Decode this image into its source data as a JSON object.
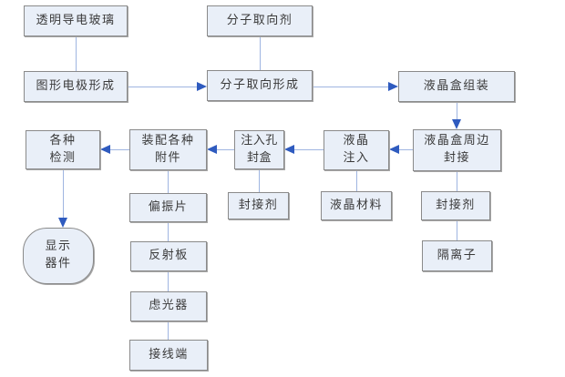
{
  "diagram": {
    "type": "flowchart",
    "language": "zh-CN",
    "colors": {
      "node_fill": "#e9eff8",
      "node_border": "#8a8a8a",
      "line": "#9fb5e1",
      "arrowhead": "#2f5bbf",
      "text": "#3a3a3a",
      "background": "#ffffff"
    },
    "nodes": [
      {
        "id": "transparent-conductive-glass",
        "label": "透明导电玻璃",
        "shape": "rect"
      },
      {
        "id": "molecular-alignment-agent",
        "label": "分子取向剂",
        "shape": "rect"
      },
      {
        "id": "pattern-electrode-formation",
        "label": "图形电极形成",
        "shape": "rect"
      },
      {
        "id": "molecular-alignment-formation",
        "label": "分子取向形成",
        "shape": "rect"
      },
      {
        "id": "lc-cell-assembly",
        "label": "液晶盒组装",
        "shape": "rect"
      },
      {
        "id": "various-inspections",
        "label": "各种\n检测",
        "shape": "rect"
      },
      {
        "id": "assemble-accessories",
        "label": "装配各种\n附件",
        "shape": "rect"
      },
      {
        "id": "injection-hole-sealing",
        "label": "注入孔\n封盒",
        "shape": "rect"
      },
      {
        "id": "lc-injection",
        "label": "液晶\n注入",
        "shape": "rect"
      },
      {
        "id": "lc-cell-perimeter-sealing",
        "label": "液晶盒周边\n封接",
        "shape": "rect"
      },
      {
        "id": "polarizer",
        "label": "偏振片",
        "shape": "rect"
      },
      {
        "id": "sealant-left",
        "label": "封接剂",
        "shape": "rect"
      },
      {
        "id": "lc-material",
        "label": "液晶材料",
        "shape": "rect"
      },
      {
        "id": "sealant-right",
        "label": "封接剂",
        "shape": "rect"
      },
      {
        "id": "display-device",
        "label": "显示\n器件",
        "shape": "rounded"
      },
      {
        "id": "reflector-plate",
        "label": "反射板",
        "shape": "rect"
      },
      {
        "id": "spacer",
        "label": "隔离子",
        "shape": "rect"
      },
      {
        "id": "light-filter",
        "label": "虑光器",
        "shape": "rect"
      },
      {
        "id": "terminal",
        "label": "接线端",
        "shape": "rect"
      }
    ],
    "edges": [
      {
        "from": "transparent-conductive-glass",
        "to": "pattern-electrode-formation",
        "arrow": false
      },
      {
        "from": "molecular-alignment-agent",
        "to": "molecular-alignment-formation",
        "arrow": false
      },
      {
        "from": "pattern-electrode-formation",
        "to": "molecular-alignment-formation",
        "arrow": true,
        "direction": "right"
      },
      {
        "from": "molecular-alignment-formation",
        "to": "lc-cell-assembly",
        "arrow": true,
        "direction": "right"
      },
      {
        "from": "lc-cell-assembly",
        "to": "lc-cell-perimeter-sealing",
        "arrow": true,
        "direction": "down"
      },
      {
        "from": "lc-cell-perimeter-sealing",
        "to": "lc-injection",
        "arrow": true,
        "direction": "left"
      },
      {
        "from": "lc-injection",
        "to": "injection-hole-sealing",
        "arrow": true,
        "direction": "left"
      },
      {
        "from": "injection-hole-sealing",
        "to": "assemble-accessories",
        "arrow": true,
        "direction": "left"
      },
      {
        "from": "assemble-accessories",
        "to": "various-inspections",
        "arrow": true,
        "direction": "left"
      },
      {
        "from": "various-inspections",
        "to": "display-device",
        "arrow": true,
        "direction": "down"
      },
      {
        "from": "assemble-accessories",
        "to": "polarizer",
        "arrow": false
      },
      {
        "from": "polarizer",
        "to": "reflector-plate",
        "arrow": false
      },
      {
        "from": "reflector-plate",
        "to": "light-filter",
        "arrow": false
      },
      {
        "from": "light-filter",
        "to": "terminal",
        "arrow": false
      },
      {
        "from": "injection-hole-sealing",
        "to": "sealant-left",
        "arrow": false
      },
      {
        "from": "lc-injection",
        "to": "lc-material",
        "arrow": false
      },
      {
        "from": "lc-cell-perimeter-sealing",
        "to": "sealant-right",
        "arrow": false
      },
      {
        "from": "sealant-right",
        "to": "spacer",
        "arrow": false
      }
    ]
  }
}
